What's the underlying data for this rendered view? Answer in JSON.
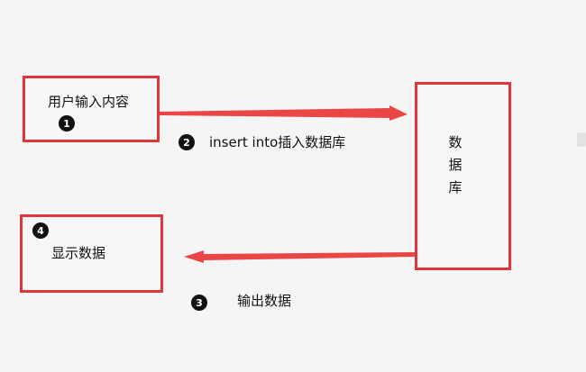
{
  "nodes": {
    "user_input": {
      "label": "用户输入内容",
      "step": "1"
    },
    "database": {
      "label": "数据库"
    },
    "display": {
      "label": "显示数据",
      "step": "4"
    }
  },
  "edges": {
    "insert": {
      "label": "insert into插入数据库",
      "step": "2"
    },
    "output": {
      "label": "输出数据",
      "step": "3"
    }
  },
  "colors": {
    "box_border": "#e0363b",
    "arrow": "#ea4646",
    "badge": "#111111"
  }
}
